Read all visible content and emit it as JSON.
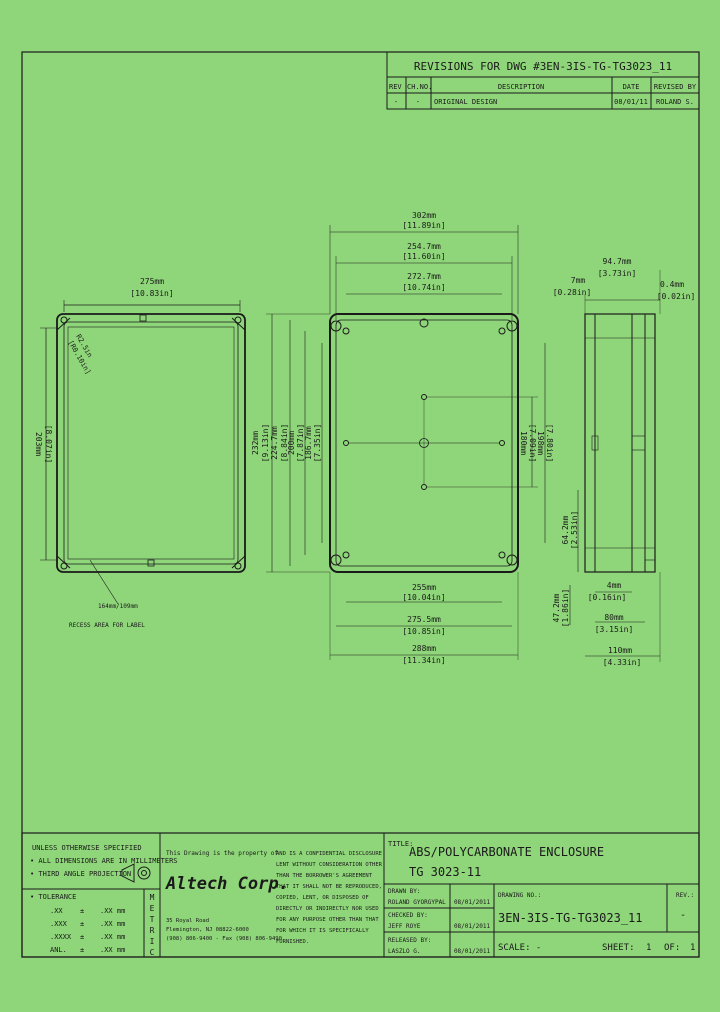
{
  "revisions": {
    "title": "REVISIONS FOR DWG #3EN-3IS-TG-TG3023_11",
    "headers": [
      "REV",
      "CH.NO.",
      "DESCRIPTION",
      "DATE",
      "REVISED BY"
    ],
    "row": [
      "-",
      "-",
      "ORIGINAL DESIGN",
      "08/01/11",
      "ROLAND S."
    ]
  },
  "front_view": {
    "width": "275mm",
    "width_in": "[10.83in]",
    "height": "203mm",
    "height_in": "[8.07in]",
    "radius": "R2.5in",
    "radius_in": "[R0.10in]",
    "recess": "164mm/109mm",
    "recess_note": "RECESS AREA FOR LABEL"
  },
  "top_view": {
    "overall": "302mm",
    "overall_in": "[11.89in]",
    "w1": "254.7mm",
    "w1_in": "[11.60in]",
    "w2": "272.7mm",
    "w2_in": "[10.74in]",
    "h1": "232mm",
    "h1_in": "[9.13in]",
    "h2": "224.7mm",
    "h2_in": "[8.84in]",
    "h3": "200mm",
    "h3_in": "[7.87in]",
    "h4": "186.7mm",
    "h4_in": "[7.35in]",
    "h5": "180mm",
    "h5_in": "[7.09in]",
    "h6": "198mm",
    "h6_in": "[7.80in]",
    "b1": "255mm",
    "b1_in": "[10.04in]",
    "b2": "275.5mm",
    "b2_in": "[10.85in]",
    "b3": "288mm",
    "b3_in": "[11.34in]"
  },
  "side_view": {
    "depth": "94.7mm",
    "depth_in": "[3.73in]",
    "lip": "7mm",
    "lip_in": "[0.28in]",
    "lip2": "0.4mm",
    "lip2_in": "[0.02in]",
    "d1": "64.2mm",
    "d1_in": "[2.53in]",
    "d2": "47.2mm",
    "d2_in": "[1.86in]",
    "b1": "4mm",
    "b1_in": "[0.16in]",
    "b2": "80mm",
    "b2_in": "[3.15in]",
    "b3": "110mm",
    "b3_in": "[4.33in]"
  },
  "notes": {
    "lines": [
      "UNLESS OTHERWISE SPECIFIED",
      "• ALL DIMENSIONS ARE IN MILLIMETERS",
      "• THIRD ANGLE PROJECTION"
    ],
    "tolerance_title": "• TOLERANCE",
    "tolerance_rows": [
      [
        ".XX",
        "±",
        ".XX mm"
      ],
      [
        ".XXX",
        "±",
        ".XX mm"
      ],
      [
        ".XXXX",
        "±",
        ".XX mm"
      ],
      [
        "ANL.",
        "±",
        ".XX mm"
      ]
    ],
    "metric": [
      "M",
      "E",
      "T",
      "R",
      "I",
      "C"
    ]
  },
  "company": {
    "property_line": "This Drawing is the property of",
    "logo": "Altech Corp.",
    "address": [
      "35 Royal Road",
      "Flemington, NJ 08822-6000",
      "(908) 806-9400 - Fax (908) 806-9490"
    ],
    "confidential": [
      "AND IS A CONFIDENTIAL DISCLOSURE",
      "LENT WITHOUT CONSIDERATION OTHER",
      "THAN THE BORROWER'S AGREEMENT",
      "THAT IT SHALL NOT BE REPRODUCED,",
      "COPIED, LENT, OR DISPOSED OF",
      "DIRECTLY OR INDIRECTLY NOR USED",
      "FOR ANY PURPOSE OTHER THAN THAT",
      "FOR WHICH IT IS SPECIFICALLY",
      "FURNISHED."
    ]
  },
  "title_block": {
    "title_label": "TITLE:",
    "title1": "ABS/POLYCARBONATE ENCLOSURE",
    "title2": "TG 3023-11",
    "drawn_label": "DRAWN BY:",
    "drawn_by": "ROLAND GYORGYPAL",
    "drawn_date": "08/01/2011",
    "checked_label": "CHECKED BY:",
    "checked_by": "JEFF ROYE",
    "checked_date": "08/01/2011",
    "released_label": "RELEASED BY:",
    "released_by": "LASZLO G.",
    "released_date": "08/01/2011",
    "drawing_no_label": "DRAWING NO.:",
    "drawing_no": "3EN-3IS-TG-TG3023_11",
    "rev_label": "REV.:",
    "rev": "-",
    "scale": "SCALE: -",
    "sheet_label": "SHEET:",
    "sheet": "1",
    "of_label": "OF:",
    "of": "1"
  }
}
